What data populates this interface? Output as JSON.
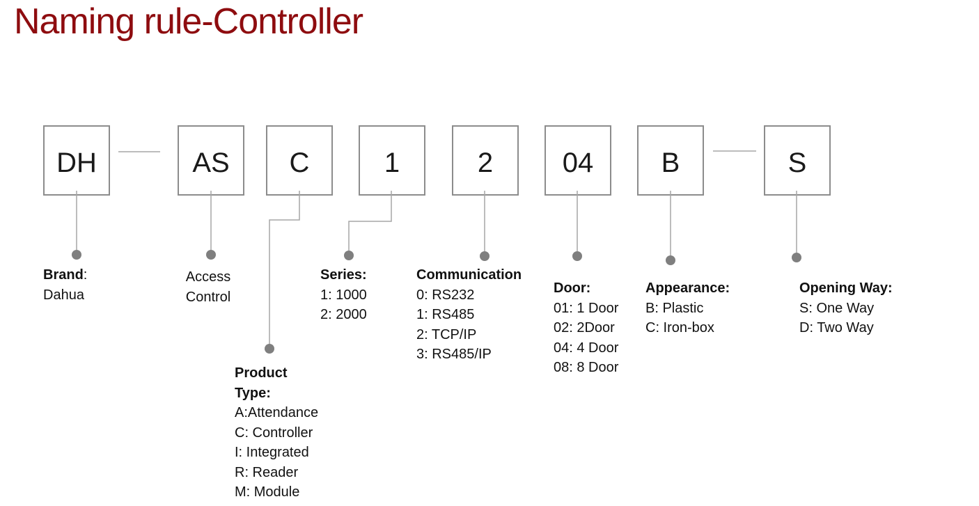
{
  "title": "Naming rule-Controller",
  "colors": {
    "title": "#8E0C0F",
    "box_border": "#8C8C8C",
    "connector_line": "#A6A6A6",
    "connector_dot": "#7F7F7F",
    "text": "#111111",
    "background": "#FFFFFF"
  },
  "boxes": {
    "brand": "DH",
    "access_control": "AS",
    "product_type": "C",
    "series": "1",
    "communication": "2",
    "door": "04",
    "appearance": "B",
    "opening_way": "S"
  },
  "labels": {
    "brand": {
      "heading": "Brand",
      "suffix": ":",
      "items": [
        "Dahua"
      ]
    },
    "access_control": {
      "items": [
        "Access",
        "Control"
      ]
    },
    "product_type": {
      "heading_line1": "Product",
      "heading_line2": "Type:",
      "items": [
        "A:Attendance",
        "C: Controller",
        "I: Integrated",
        "R: Reader",
        "M: Module"
      ]
    },
    "series": {
      "heading": "Series:",
      "items": [
        "1: 1000",
        "2: 2000"
      ]
    },
    "communication": {
      "heading": "Communication",
      "items": [
        "0: RS232",
        "1: RS485",
        "2: TCP/IP",
        "3: RS485/IP"
      ]
    },
    "door": {
      "heading": "Door:",
      "items": [
        "01: 1 Door",
        "02: 2Door",
        "04: 4 Door",
        "08: 8 Door"
      ]
    },
    "appearance": {
      "heading": "Appearance:",
      "items": [
        "B: Plastic",
        "C: Iron-box"
      ]
    },
    "opening_way": {
      "heading": "Opening Way:",
      "items": [
        "S: One Way",
        "D: Two Way"
      ]
    }
  }
}
